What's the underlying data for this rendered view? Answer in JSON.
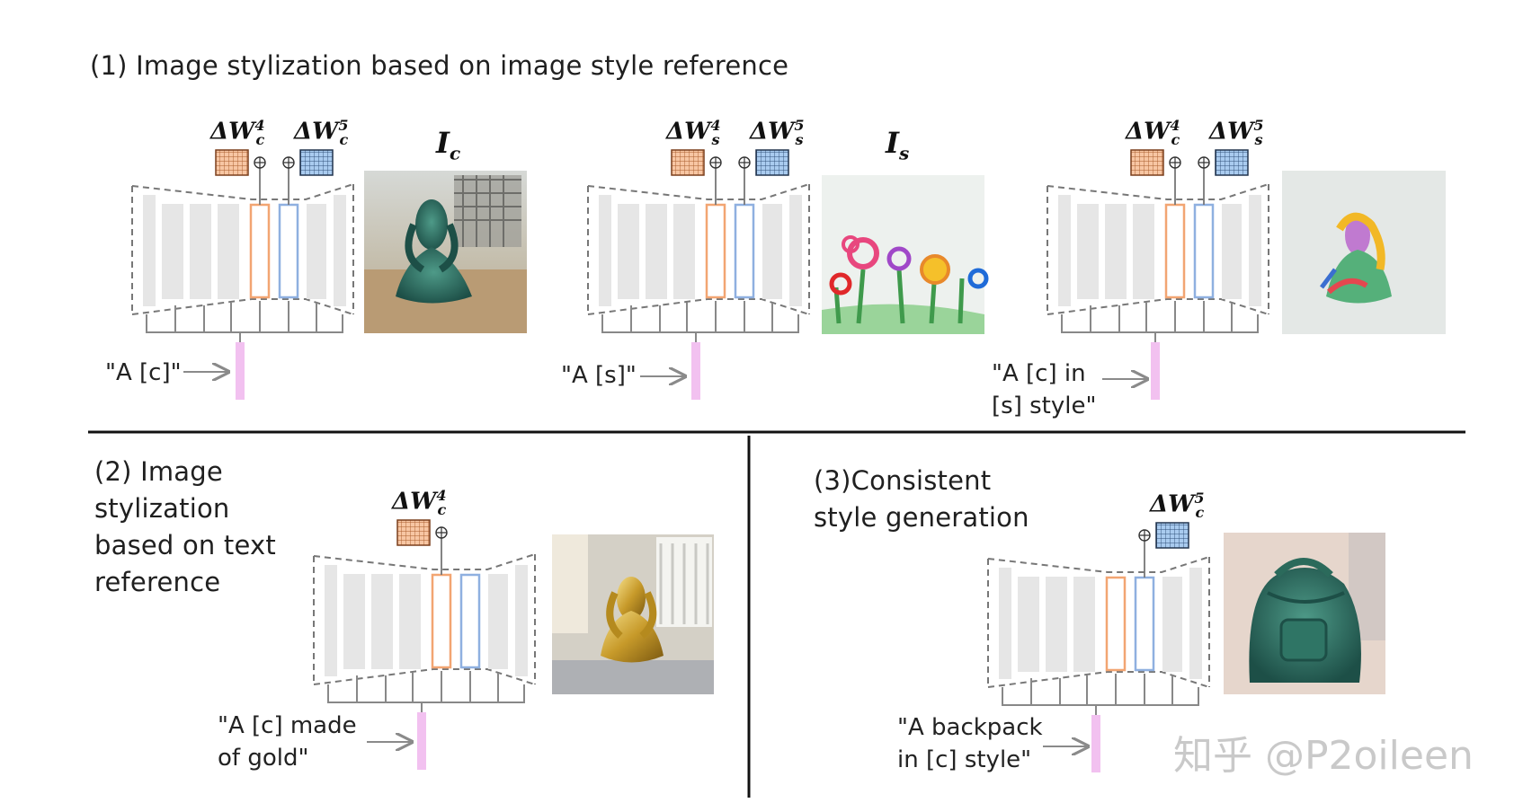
{
  "sections": {
    "s1_title": "(1) Image stylization based on image style reference",
    "s2_title": [
      "(2) Image",
      "stylization",
      "based on text",
      "reference"
    ],
    "s3_title": [
      "(3)Consistent",
      "style generation"
    ]
  },
  "panels": {
    "p1": {
      "lora_a": {
        "base": "ΔW",
        "sub": "c",
        "sup": "4"
      },
      "lora_b": {
        "base": "ΔW",
        "sub": "c",
        "sup": "5"
      },
      "image_label": {
        "base": "I",
        "sub": "c"
      },
      "prompt": [
        "\"A [c]\""
      ]
    },
    "p2": {
      "lora_a": {
        "base": "ΔW",
        "sub": "s",
        "sup": "4"
      },
      "lora_b": {
        "base": "ΔW",
        "sub": "s",
        "sup": "5"
      },
      "image_label": {
        "base": "I",
        "sub": "s"
      },
      "prompt": [
        "\"A [s]\""
      ]
    },
    "p3": {
      "lora_a": {
        "base": "ΔW",
        "sub": "c",
        "sup": "4"
      },
      "lora_b": {
        "base": "ΔW",
        "sub": "s",
        "sup": "5"
      },
      "prompt": [
        "\"A [c] in",
        "[s] style\""
      ]
    },
    "p4": {
      "lora_a": {
        "base": "ΔW",
        "sub": "c",
        "sup": "4"
      },
      "prompt": [
        "\"A [c] made",
        "of gold\""
      ]
    },
    "p5": {
      "lora_b": {
        "base": "ΔW",
        "sub": "c",
        "sup": "5"
      },
      "prompt": [
        "\"A backpack",
        "in [c] style\""
      ]
    }
  },
  "watermark": "知乎 @P2oileen",
  "colors": {
    "lora_orange": "#f2a572",
    "lora_blue": "#8fb0e0",
    "text_embed": "#f2c1f0",
    "block_gray": "#e6e6e6"
  },
  "icons": {
    "adapter_add": "circle-plus",
    "arrow": "arrow-right"
  }
}
